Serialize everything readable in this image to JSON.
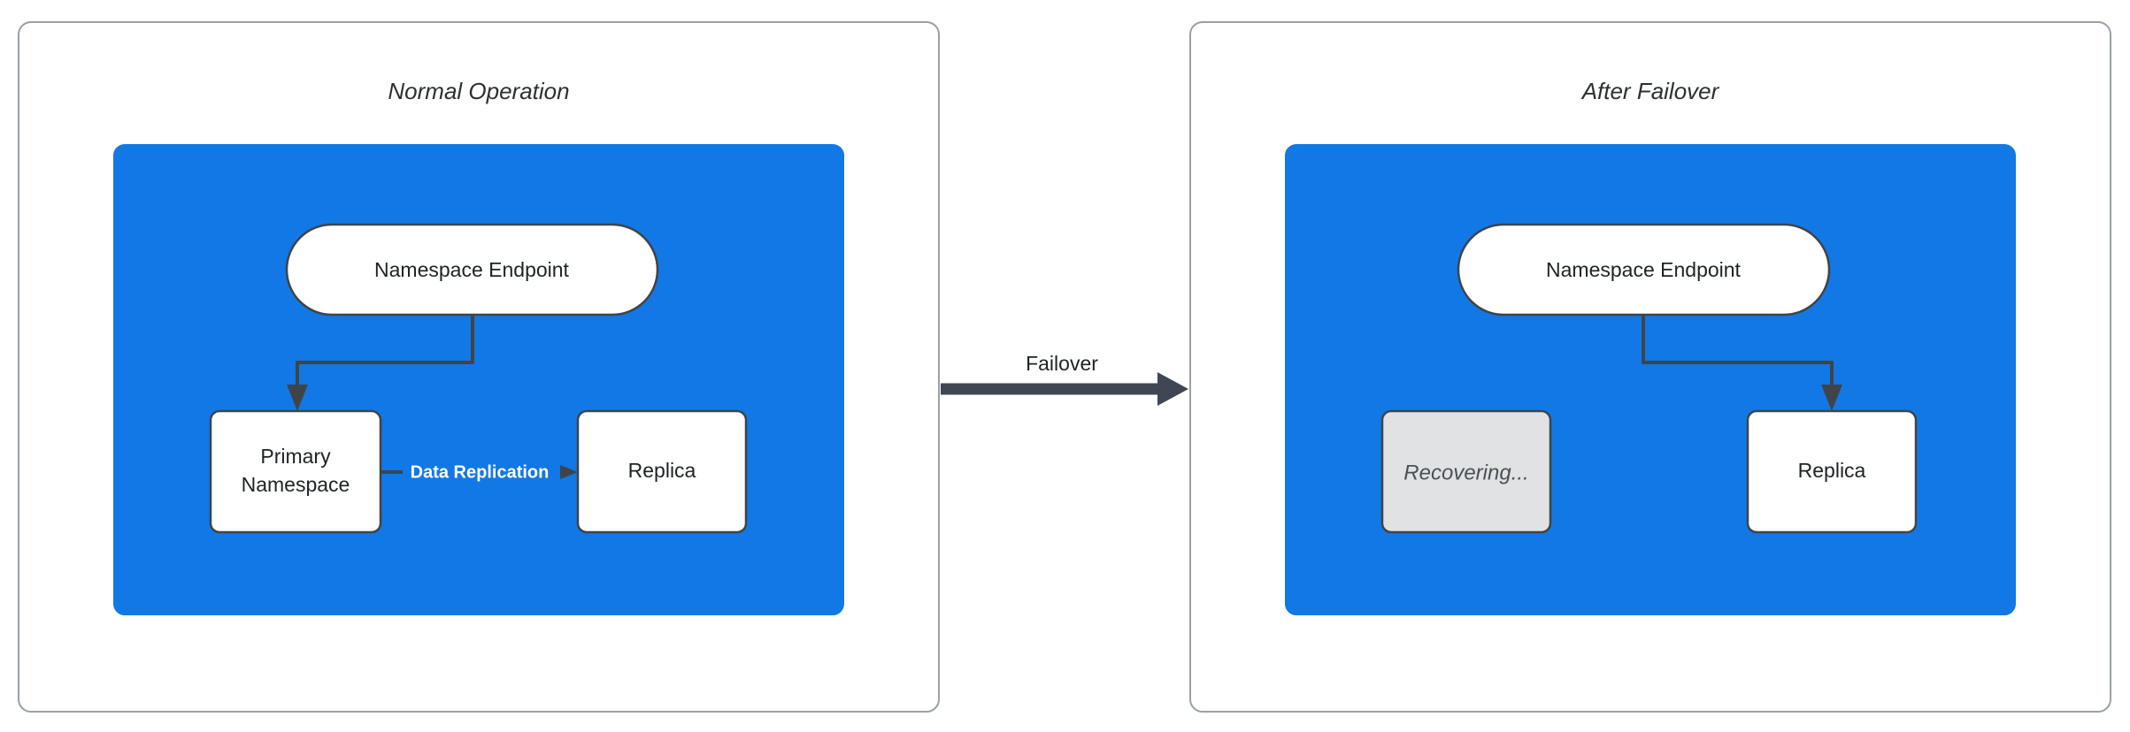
{
  "diagram": {
    "type": "failover-architecture-diagram",
    "background_color": "#ffffff",
    "accent_color": "#1278e5",
    "stroke_color": "#3f4448",
    "muted_fill": "#e0e2e3",
    "panel_border_color": "#9aa0a6"
  },
  "panels": [
    {
      "id": "normal-operation",
      "title": "Normal Operation",
      "region": {
        "id": "region-normal",
        "fill": "#1278e5",
        "nodes": [
          {
            "id": "endpoint-left",
            "label": "Namespace Endpoint",
            "shape": "pill",
            "fill": "#ffffff"
          },
          {
            "id": "primary-namespace",
            "label": "Primary\nNamespace",
            "line1": "Primary",
            "line2": "Namespace",
            "shape": "rounded-rect",
            "fill": "#ffffff"
          },
          {
            "id": "replica-left",
            "label": "Replica",
            "shape": "rounded-rect",
            "fill": "#ffffff"
          }
        ],
        "edges": [
          {
            "id": "endpoint-to-primary",
            "from": "endpoint-left",
            "to": "primary-namespace",
            "label": "",
            "style": "elbow-arrow"
          },
          {
            "id": "primary-to-replica",
            "from": "primary-namespace",
            "to": "replica-left",
            "label": "Data Replication",
            "style": "straight-arrow",
            "label_color": "#ffffff"
          }
        ]
      }
    },
    {
      "id": "after-failover",
      "title": "After Failover",
      "region": {
        "id": "region-failover",
        "fill": "#1278e5",
        "nodes": [
          {
            "id": "endpoint-right",
            "label": "Namespace Endpoint",
            "shape": "pill",
            "fill": "#ffffff"
          },
          {
            "id": "recovering",
            "label": "Recovering...",
            "shape": "rounded-rect",
            "fill": "#e0e2e3",
            "state": "muted-italic"
          },
          {
            "id": "replica-right",
            "label": "Replica",
            "shape": "rounded-rect",
            "fill": "#ffffff"
          }
        ],
        "edges": [
          {
            "id": "endpoint-to-replica",
            "from": "endpoint-right",
            "to": "replica-right",
            "label": "",
            "style": "elbow-arrow"
          }
        ]
      }
    }
  ],
  "transition": {
    "id": "failover-transition",
    "label": "Failover",
    "from_panel": "normal-operation",
    "to_panel": "after-failover",
    "color": "#3f4754"
  }
}
